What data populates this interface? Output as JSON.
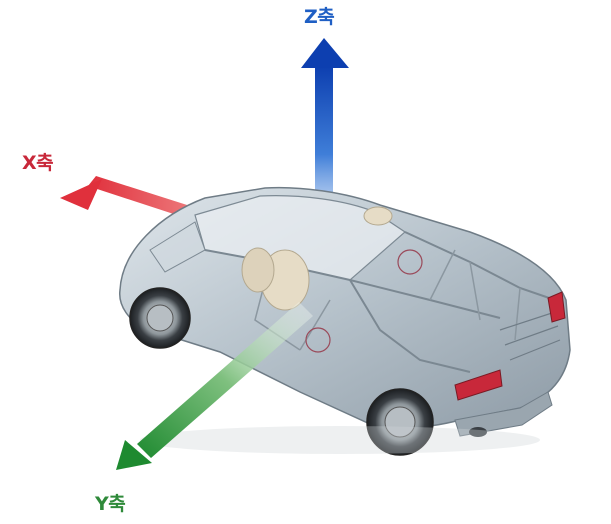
{
  "axes": {
    "z": {
      "label": "Z축",
      "color": "#1f5fc4"
    },
    "x": {
      "label": "X축",
      "color": "#c8283a"
    },
    "y": {
      "label": "Y축",
      "color": "#2f8a3a"
    }
  },
  "illustration": {
    "subject": "car-icon",
    "body_color": "#b8c4cc"
  }
}
